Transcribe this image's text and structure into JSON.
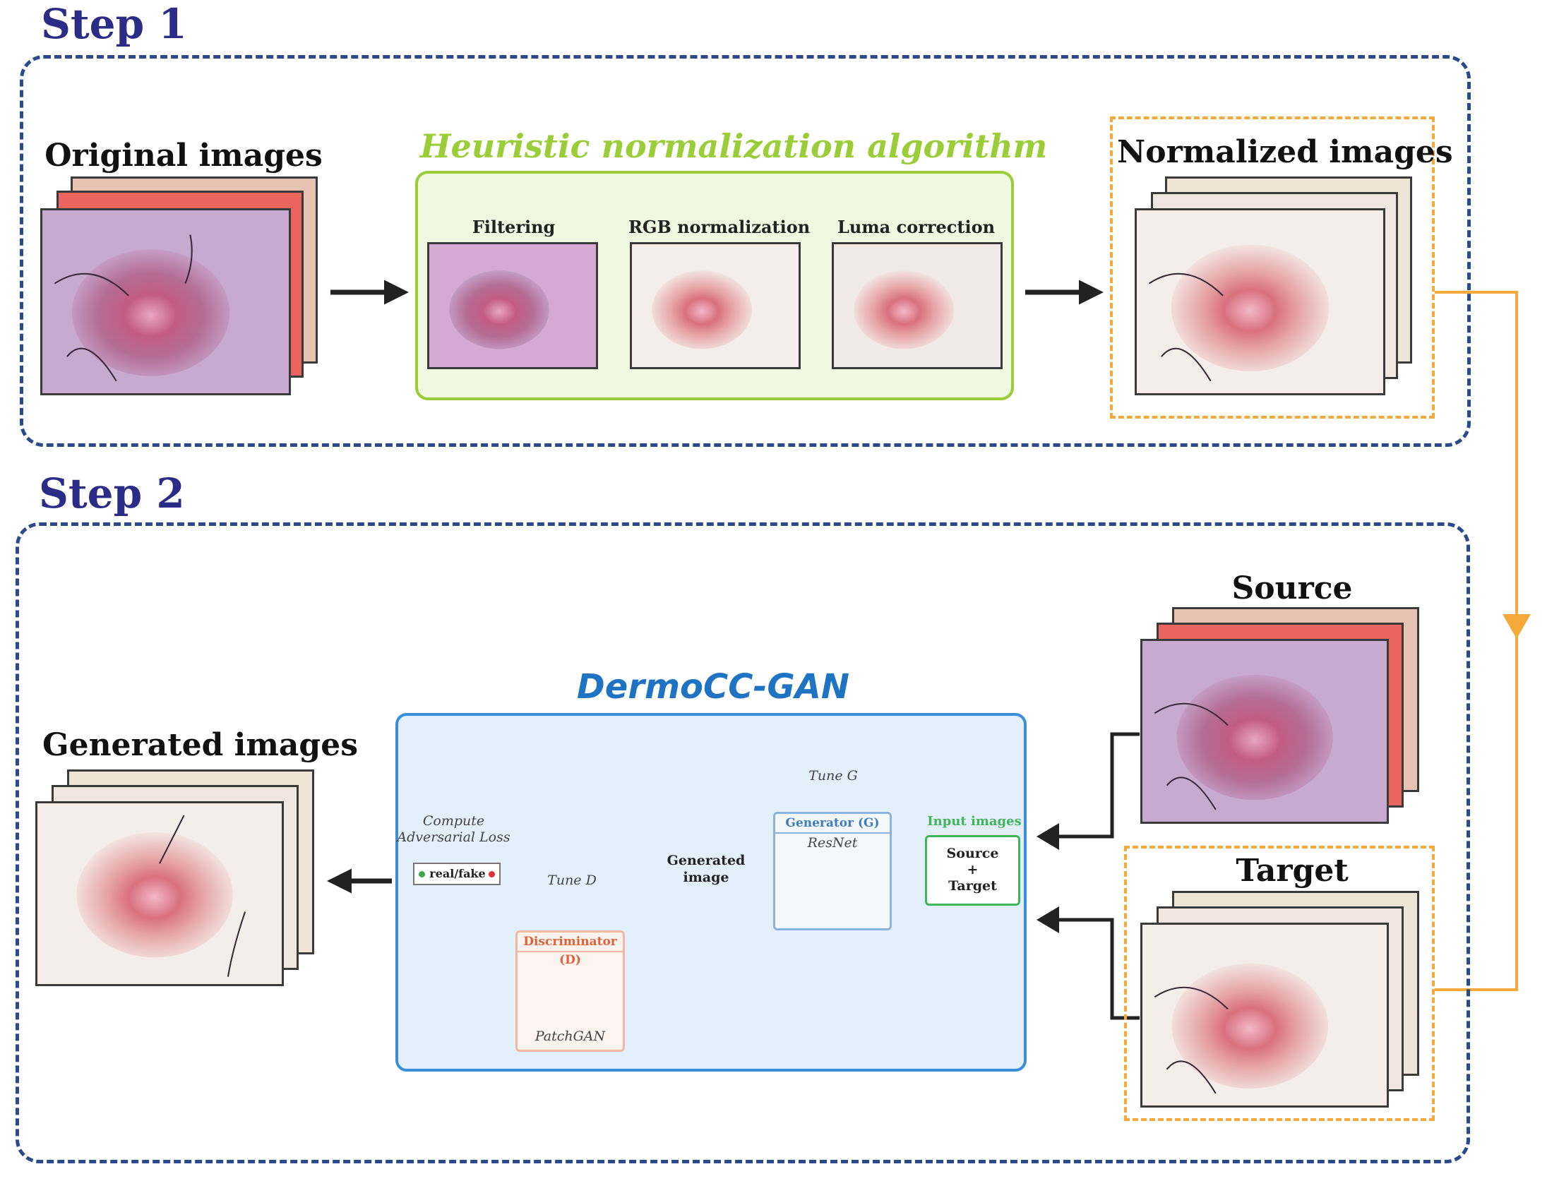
{
  "step1": {
    "title": "Step 1"
  },
  "step2": {
    "title": "Step 2"
  },
  "original": {
    "label": "Original images"
  },
  "heuristic": {
    "title": "Heuristic normalization algorithm",
    "stages": [
      {
        "label": "Filtering"
      },
      {
        "label": "RGB normalization"
      },
      {
        "label": "Luma correction"
      }
    ]
  },
  "normalized": {
    "label": "Normalized images"
  },
  "source": {
    "label": "Source"
  },
  "target": {
    "label": "Target"
  },
  "generated_images": {
    "label": "Generated images"
  },
  "gan": {
    "title": "DermoCC-GAN",
    "generator": {
      "title": "Generator (G)",
      "model": "ResNet"
    },
    "discriminator": {
      "title": "Discriminator (D)",
      "model": "PatchGAN"
    },
    "input": {
      "title": "Input images",
      "line1": "Source",
      "line2": "+",
      "line3": "Target"
    },
    "generated": {
      "line1": "Generated",
      "line2": "image"
    },
    "tune_g": "Tune G",
    "tune_d": "Tune D",
    "loss": {
      "line1": "Compute",
      "line2": "Adversarial Loss"
    },
    "real_fake": "real/fake"
  },
  "colors": {
    "step_title": "#2a2c86",
    "step_border": "#2a4a8c",
    "heuristic_green": "#9acd38",
    "gan_blue": "#1f73c3",
    "orange": "#f4a93a",
    "generator_blue": "#4a7cc4",
    "discriminator_orange": "#f08a40",
    "input_green": "#42b45a"
  }
}
